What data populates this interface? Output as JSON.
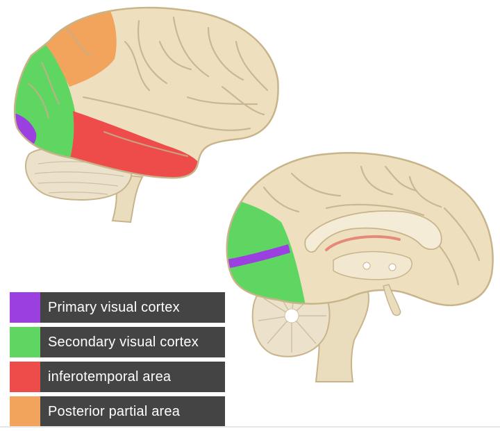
{
  "legend": [
    {
      "label": "Primary visual cortex",
      "color": "#9b3fe0"
    },
    {
      "label": "Secondary visual cortex",
      "color": "#5fd562"
    },
    {
      "label": "inferotemporal area",
      "color": "#ee4b4b"
    },
    {
      "label": "Posterior partial area",
      "color": "#f2a35c"
    }
  ],
  "colors": {
    "brain_tissue": "#eee0bf",
    "brain_outline": "#c8b48a",
    "sulcus": "#c4b08a",
    "cerebellum": "#ece2cb",
    "brainstem": "#e9ddbe",
    "legend_background": "#444444",
    "legend_text": "#ffffff"
  },
  "icons": [
    "lateral-brain-view-icon",
    "midsagittal-brain-view-icon"
  ]
}
